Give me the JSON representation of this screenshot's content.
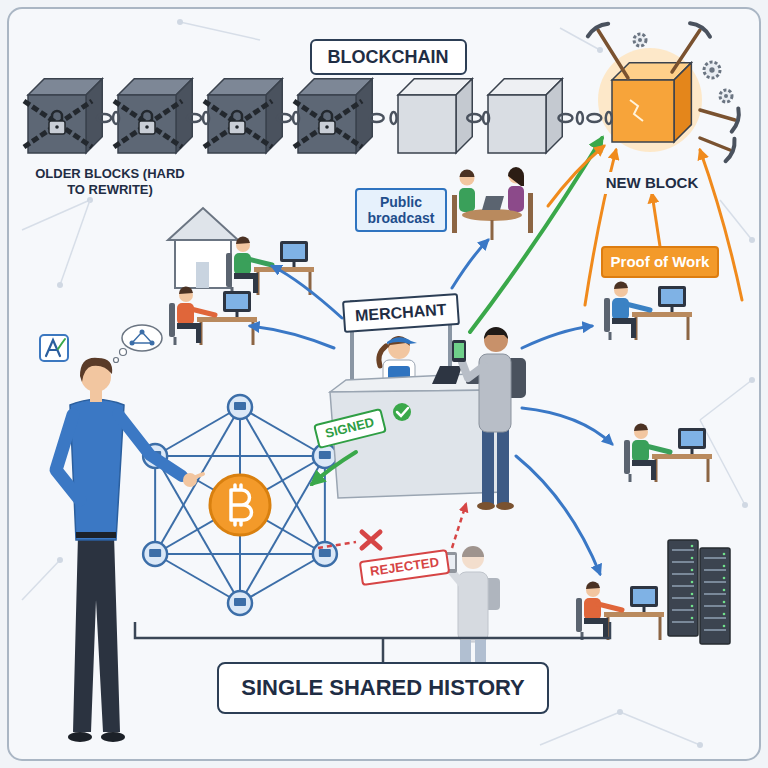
{
  "diagram": {
    "nodes": [
      {
        "text": [
          "BLOCKCHAIN"
        ]
      },
      {
        "text": [
          "NEW BLOCK"
        ]
      },
      {
        "text": [
          "Public broadcast"
        ]
      },
      {
        "text": [
          "MERCHANT"
        ]
      },
      {
        "text": [
          "Proof of Work"
        ]
      },
      {
        "text": [
          "SIGNED"
        ]
      },
      {
        "text": [
          "REJECTED"
        ]
      },
      {
        "text": [
          "SINGLE SHARED HISTORY"
        ]
      }
    ],
    "edges": [
      {
        "from": 4,
        "to": 1,
        "arrow": "to"
      }
    ],
    "labels": [
      "OLDER BLOCKS (HARD TO REWRITE)"
    ]
  }
}
